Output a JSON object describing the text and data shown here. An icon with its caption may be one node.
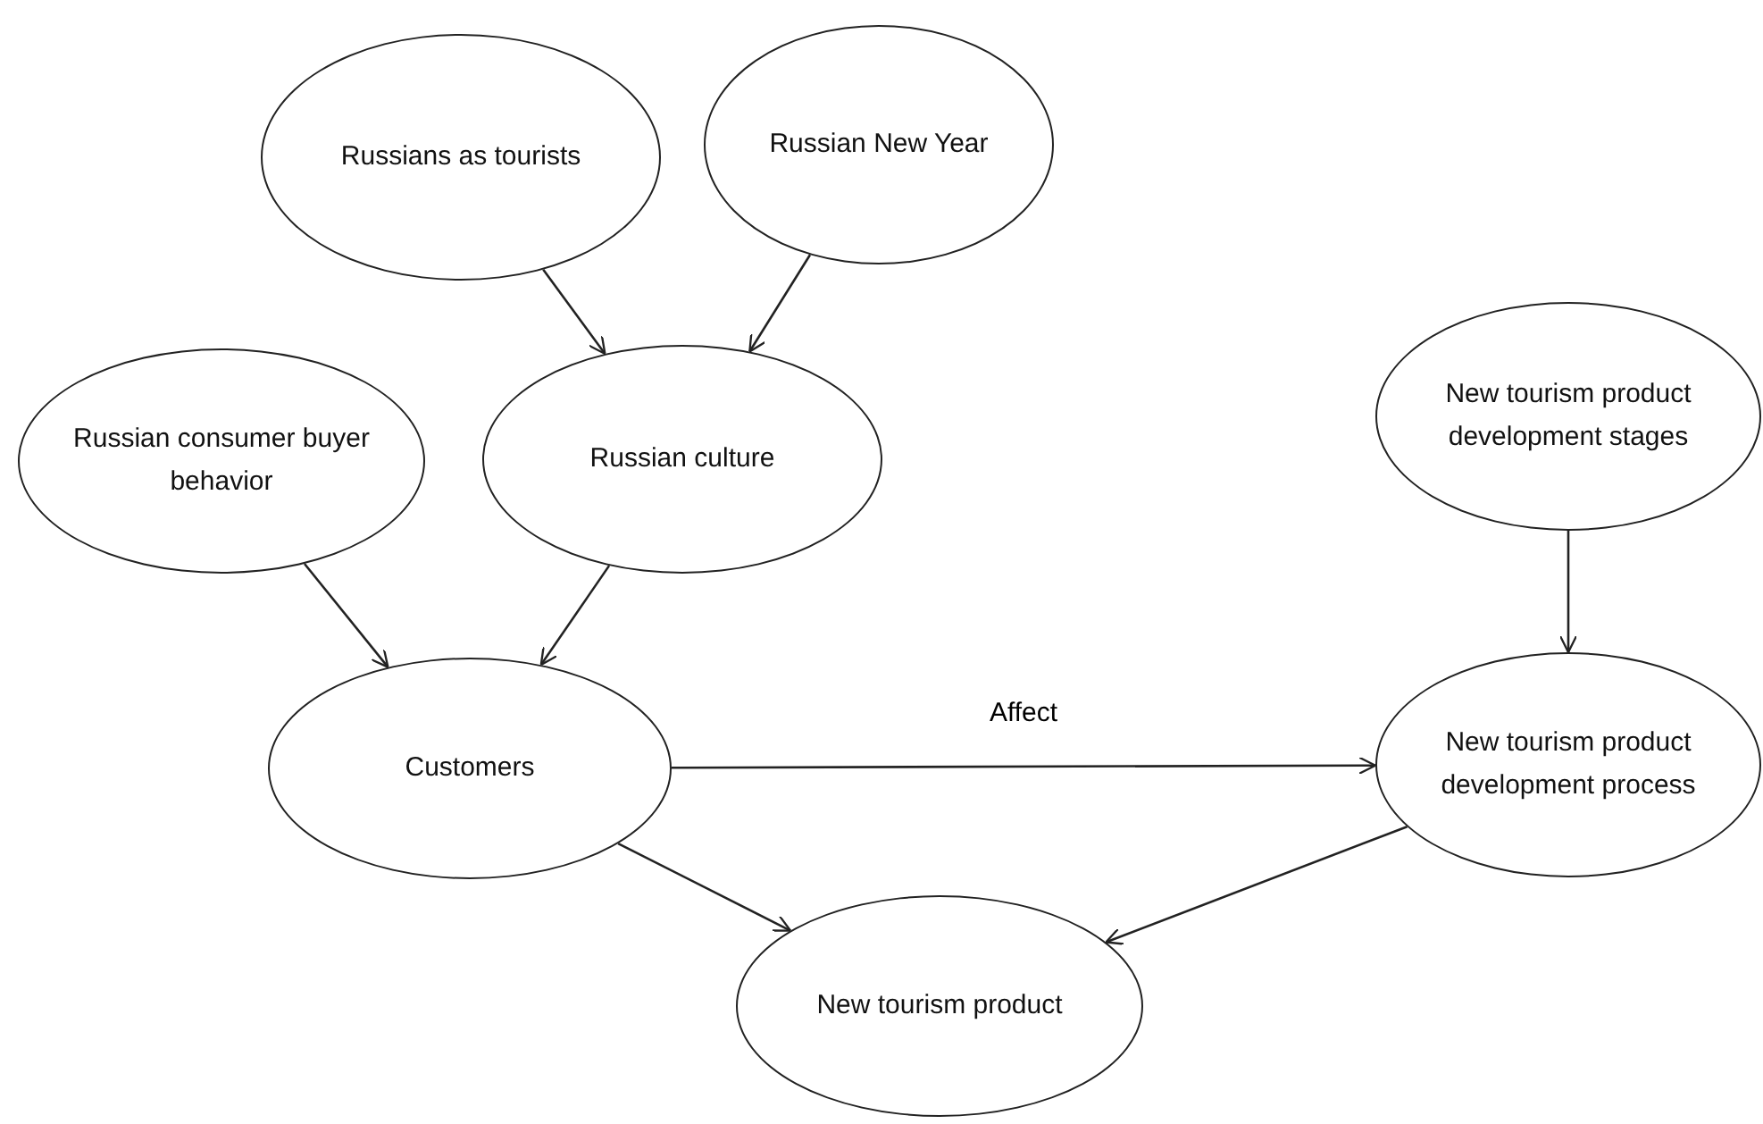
{
  "diagram": {
    "nodes": [
      {
        "text": [
          "Russians as tourists"
        ]
      },
      {
        "text": [
          "Russian New Year"
        ]
      },
      {
        "text": [
          "Russian consumer buyer behavior"
        ]
      },
      {
        "text": [
          "Russian culture"
        ]
      },
      {
        "text": [
          "New tourism product development stages"
        ]
      },
      {
        "text": [
          "Customers"
        ]
      },
      {
        "text": [
          "New tourism product development process"
        ]
      },
      {
        "text": [
          "New tourism product"
        ]
      }
    ],
    "edges": [
      {
        "from": 0,
        "to": 3,
        "arrow": "to"
      },
      {
        "from": 1,
        "to": 3,
        "arrow": "to"
      },
      {
        "from": 2,
        "to": 5,
        "arrow": "to"
      },
      {
        "from": 3,
        "to": 5,
        "arrow": "to"
      },
      {
        "from": 4,
        "to": 6,
        "arrow": "to"
      },
      {
        "from": 5,
        "to": 6,
        "arrow": "to",
        "label": "Affect"
      },
      {
        "from": 5,
        "to": 7,
        "arrow": "to"
      },
      {
        "from": 6,
        "to": 7,
        "arrow": "to"
      }
    ]
  }
}
